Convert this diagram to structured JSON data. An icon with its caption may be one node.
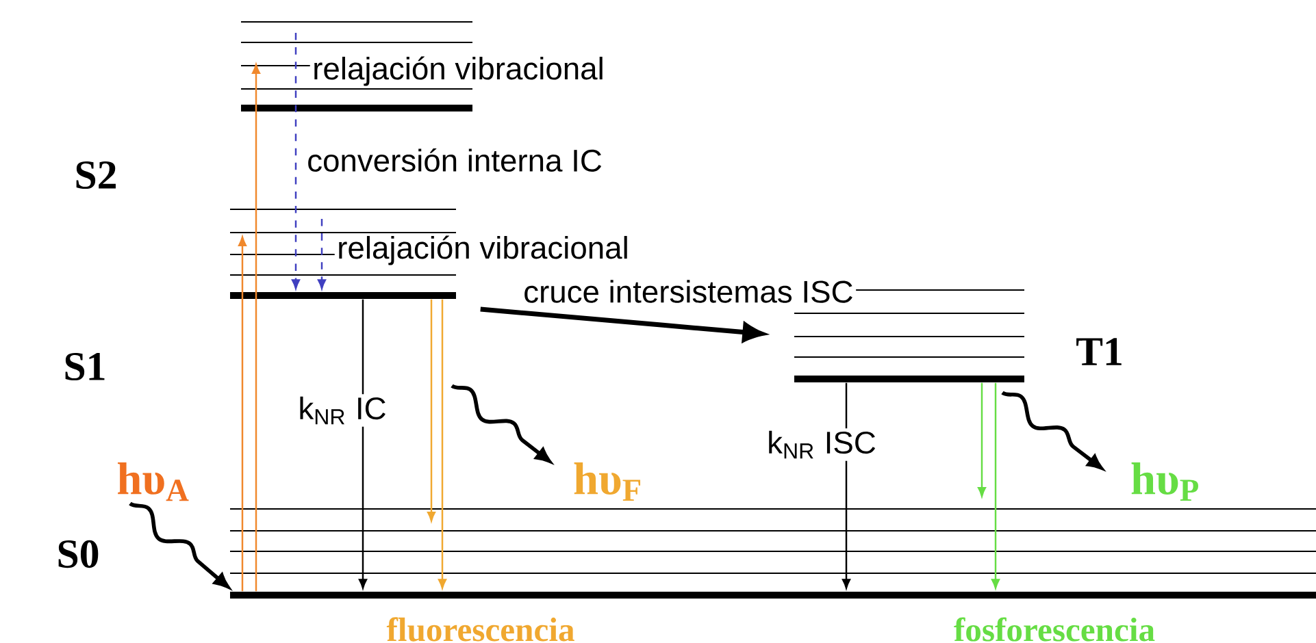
{
  "diagram": {
    "nodes": [
      {
        "text": [],
        "shape": "bar",
        "beside": [
          "S2"
        ]
      },
      {
        "text": [],
        "shape": "bar",
        "beside": [
          "S1"
        ]
      },
      {
        "text": [],
        "shape": "bar",
        "beside": [
          "T1"
        ]
      },
      {
        "text": [],
        "shape": "bar",
        "beside": [
          "S0"
        ]
      }
    ],
    "edges": [
      {
        "from": 3,
        "to": null,
        "arrow": "to",
        "color": "#f0882c"
      },
      {
        "from": 3,
        "to": null,
        "arrow": "to",
        "color": "#f0882c"
      },
      {
        "from": null,
        "to": 1,
        "arrow": "to",
        "style": "dashed",
        "color": "#4040c0",
        "label": "conversión interna IC"
      },
      {
        "from": null,
        "to": 1,
        "arrow": "to",
        "style": "dashed",
        "color": "#4040c0"
      },
      {
        "from": 1,
        "to": 3,
        "arrow": "to",
        "label": "k$_{NR}$ IC"
      },
      {
        "from": 1,
        "to": null,
        "arrow": "to",
        "color": "#f0a830"
      },
      {
        "from": 1,
        "to": 3,
        "arrow": "to",
        "color": "#f0a830"
      },
      {
        "from": 1,
        "to": 2,
        "arrow": "to",
        "style": "thick",
        "label": "cruce intersistemas ISC"
      },
      {
        "from": 2,
        "to": 3,
        "arrow": "to",
        "label": "k$_{NR}$ ISC"
      },
      {
        "from": 2,
        "to": null,
        "arrow": "to",
        "color": "#66dd44"
      },
      {
        "from": 2,
        "to": 3,
        "arrow": "to",
        "color": "#66dd44"
      }
    ],
    "labels": [
      "relajación vibracional",
      "relajación vibracional",
      "hυ$_{A}$",
      "hυ$_{F}$",
      "hυ$_{P}$",
      "fluorescencia",
      "fosforescencia"
    ]
  }
}
